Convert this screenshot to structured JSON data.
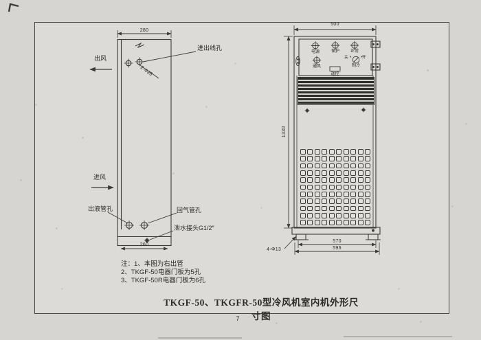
{
  "scan": {
    "page_number": "7"
  },
  "title": "TKGF-50、TKGFR-50型冷风机室内机外形尺寸图",
  "notes": {
    "line1": "注：1、本图为右出管",
    "line2": "2、TKGF-50电器门板为5孔",
    "line3": "3、TKGF-50R电器门板为6孔"
  },
  "side_view": {
    "dim_top": "280",
    "dim_bottom": "260",
    "air_out": "出风",
    "air_in": "进风",
    "wire_hole_label": "进出线孔",
    "wire_hole_size": "2-Φ28",
    "liquid_out_label": "出液管孔",
    "gas_return_label": "回气管孔",
    "drain_label": "泄水接头G1/2″"
  },
  "front_view": {
    "dim_width": "500",
    "dim_height": "1330",
    "dim_feet_inner": "570",
    "dim_feet_outer": "596",
    "feet_hole_label": "4-Φ13",
    "lights": [
      {
        "label": "电源"
      },
      {
        "label": "保护"
      },
      {
        "label": "正常"
      },
      {
        "label": "通风"
      }
    ],
    "switch_off": "关",
    "switch_on": "开",
    "switch_label": "制冷",
    "remote_label": "遥控"
  },
  "colors": {
    "line": "#3a3a38",
    "paper": "#d7d5d1",
    "sheet": "#dddbd7"
  }
}
